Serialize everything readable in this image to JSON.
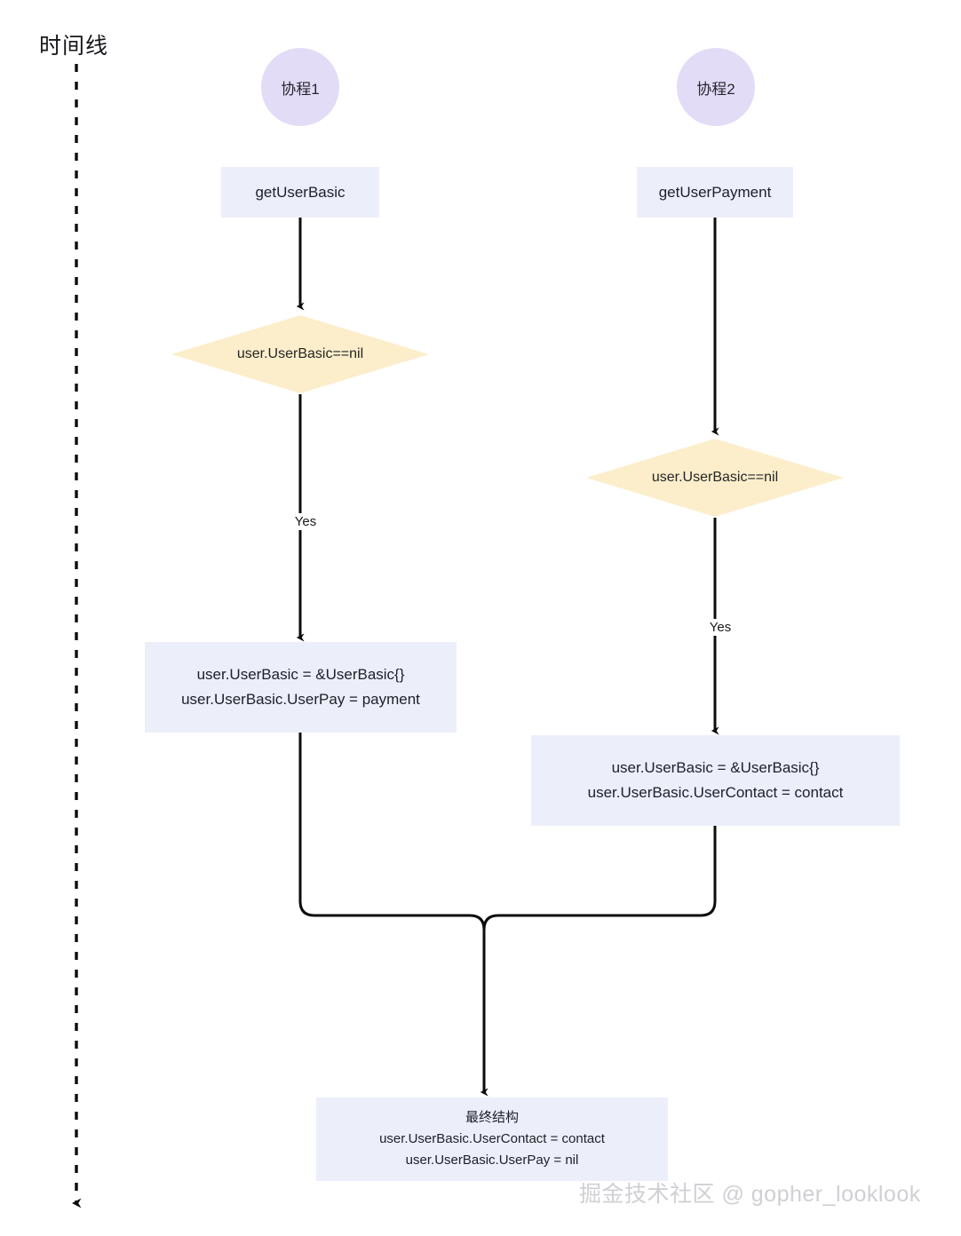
{
  "timeline": {
    "label": "时间线",
    "axis_icon": "dashed-down-arrow-icon"
  },
  "lanes": [
    {
      "id": "lane1",
      "start_node": {
        "label": "协程1",
        "shape": "circle"
      },
      "call_node": {
        "label": "getUserBasic",
        "shape": "rect"
      },
      "decision_node": {
        "label": "user.UserBasic==nil",
        "shape": "diamond"
      },
      "branch_label": "Yes",
      "action_node": {
        "shape": "rect",
        "lines": [
          "user.UserBasic = &UserBasic{}",
          "user.UserBasic.UserPay = payment"
        ]
      }
    },
    {
      "id": "lane2",
      "start_node": {
        "label": "协程2",
        "shape": "circle"
      },
      "call_node": {
        "label": "getUserPayment",
        "shape": "rect"
      },
      "decision_node": {
        "label": "user.UserBasic==nil",
        "shape": "diamond"
      },
      "branch_label": "Yes",
      "action_node": {
        "shape": "rect",
        "lines": [
          "user.UserBasic = &UserBasic{}",
          "user.UserBasic.UserContact = contact"
        ]
      }
    }
  ],
  "result_node": {
    "shape": "rect",
    "lines": [
      "最终结构",
      "user.UserBasic.UserContact = contact",
      "user.UserBasic.UserPay = nil"
    ]
  },
  "watermark": {
    "text": "掘金技术社区 @ gopher_looklook"
  },
  "colors": {
    "rect_fill": "#eceffa",
    "circle_fill": "#e3dcf7",
    "diamond_fill": "#fceecb",
    "edge_stroke": "#0c0c0c",
    "text": "#20202c",
    "watermark": "#d0d0d4",
    "background": "#ffffff"
  }
}
